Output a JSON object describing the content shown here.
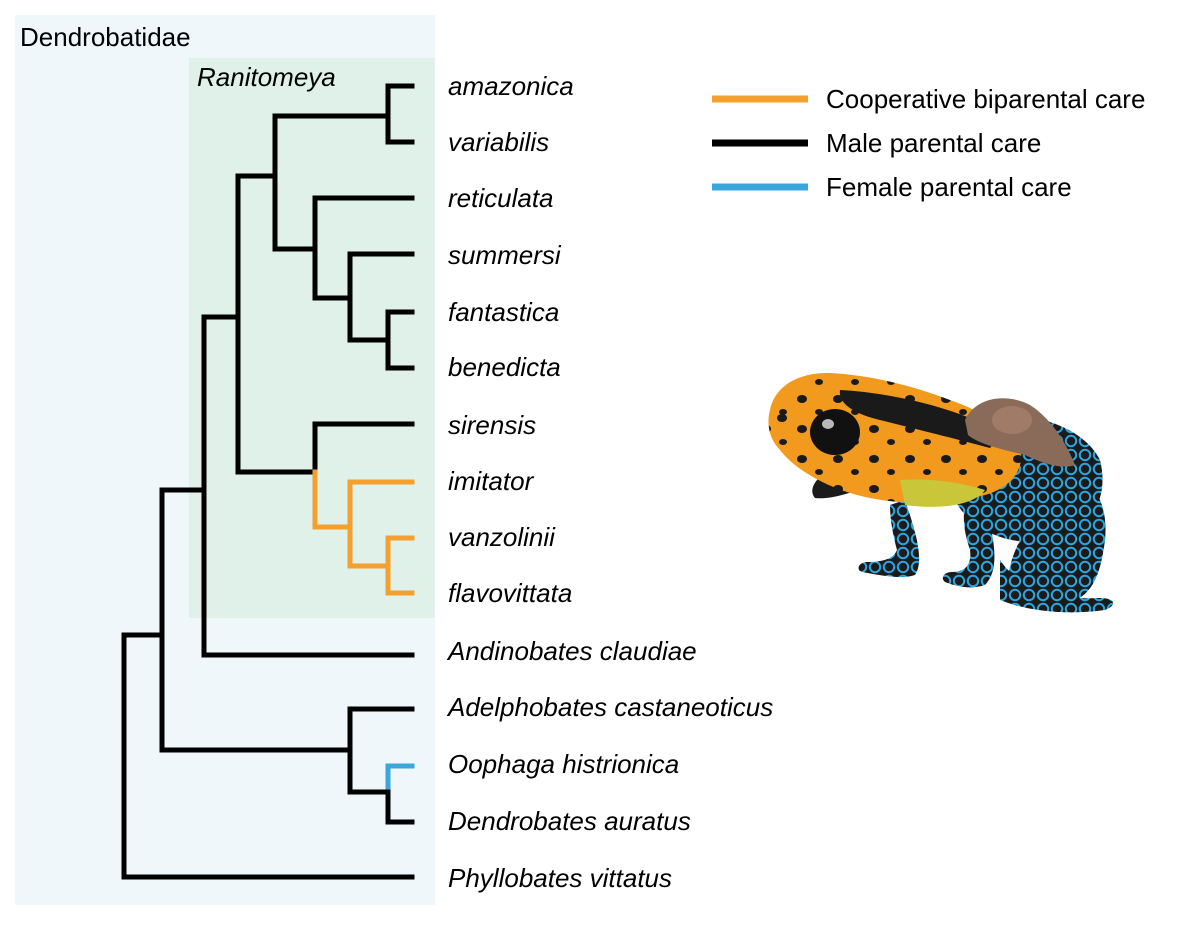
{
  "colors": {
    "cooperative": "#f4a02e",
    "male": "#000000",
    "female": "#3aa7dc",
    "family_panel": "#f0f7fb",
    "genus_panel": "#dff1e8"
  },
  "family": {
    "label": "Dendrobatidae"
  },
  "genus": {
    "label": "Ranitomeya"
  },
  "tips": [
    "amazonica",
    "variabilis",
    "reticulata",
    "summersi",
    "fantastica",
    "benedicta",
    "sirensis",
    "imitator",
    "vanzolinii",
    "flavovittata",
    "Andinobates claudiae",
    "Adelphobates castaneoticus",
    "Oophaga histrionica",
    "Dendrobates auratus",
    "Phyllobates vittatus"
  ],
  "legend": [
    {
      "label": "Cooperative biparental care",
      "color_key": "cooperative"
    },
    {
      "label": "Male parental care",
      "color_key": "male"
    },
    {
      "label": "Female parental care",
      "color_key": "female"
    }
  ],
  "image": {
    "subject": "poison-frog-with-tadpole-on-back"
  }
}
